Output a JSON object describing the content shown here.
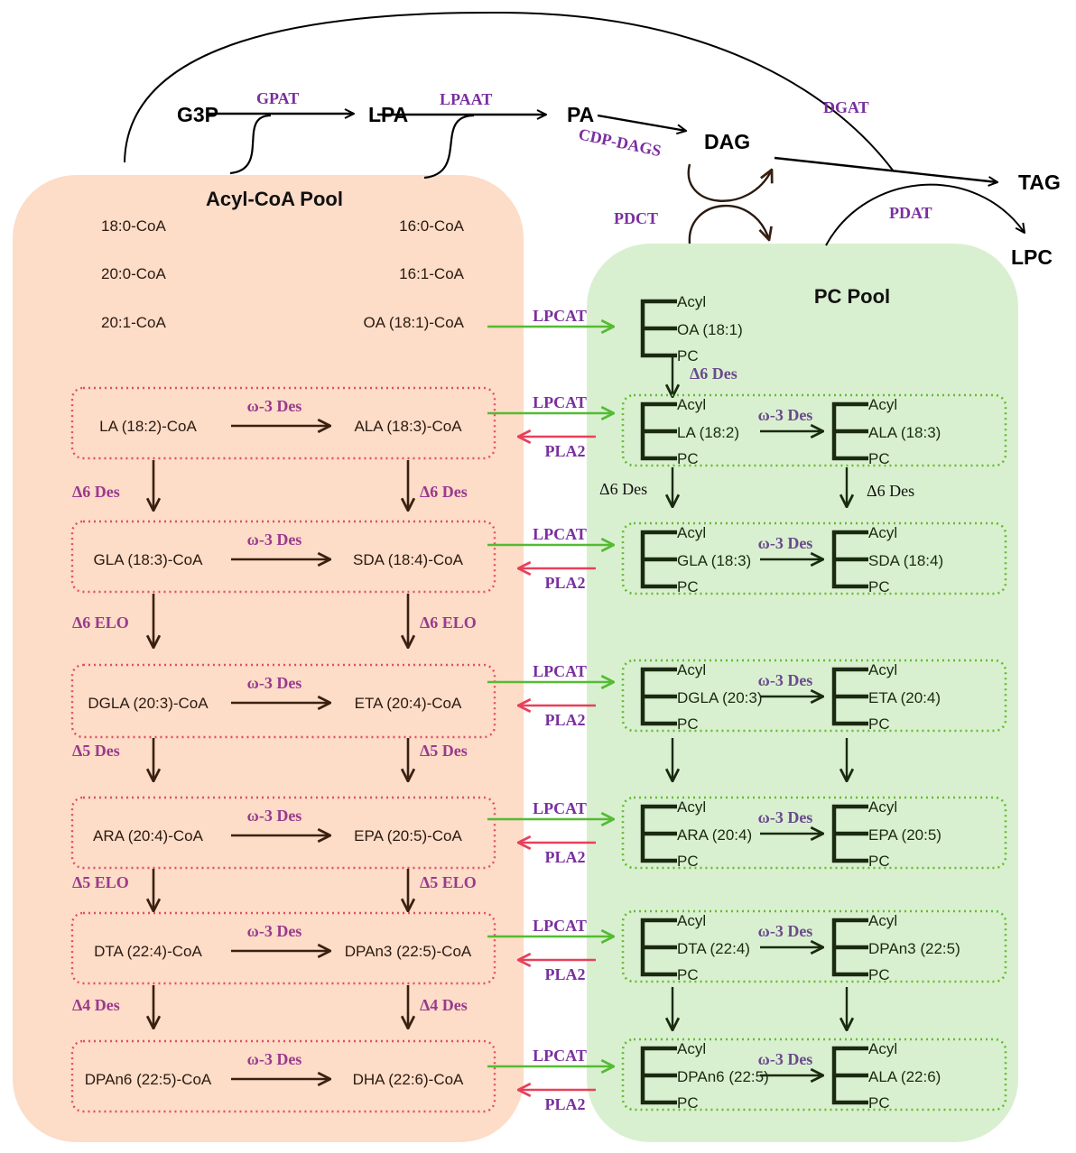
{
  "colors": {
    "acyl_pool_fill": "#fddcc8",
    "pc_pool_fill": "#d9f0d0",
    "red_dotted": "#e05060",
    "green_dotted": "#66bb33",
    "lpcat_arrow": "#55bb33",
    "pla2_arrow": "#e8405a",
    "enzyme_text": "#7a2fa0"
  },
  "top_pathway": {
    "g3p": "G3P",
    "lpa": "LPA",
    "pa": "PA",
    "dag": "DAG",
    "tag": "TAG",
    "lpc": "LPC",
    "gpat": "GPAT",
    "lpaat": "LPAAT",
    "cdp_dags": "CDP-DAGS",
    "dgat": "DGAT",
    "pdct": "PDCT",
    "pdat": "PDAT"
  },
  "acyl_pool": {
    "title": "Acyl-CoA Pool",
    "saturated": [
      {
        "left": "18:0-CoA",
        "right": "16:0-CoA"
      },
      {
        "left": "20:0-CoA",
        "right": "16:1-CoA"
      },
      {
        "left": "20:1-CoA",
        "right": "OA (18:1)-CoA"
      }
    ],
    "rows": [
      {
        "left": "LA (18:2)-CoA",
        "right": "ALA (18:3)-CoA",
        "enzyme": "ω-3 Des"
      },
      {
        "left": "GLA (18:3)-CoA",
        "right": "SDA (18:4)-CoA",
        "enzyme": "ω-3 Des"
      },
      {
        "left": "DGLA (20:3)-CoA",
        "right": "ETA (20:4)-CoA",
        "enzyme": "ω-3 Des"
      },
      {
        "left": "ARA (20:4)-CoA",
        "right": "EPA (20:5)-CoA",
        "enzyme": "ω-3 Des"
      },
      {
        "left": "DTA (22:4)-CoA",
        "right": "DPAn3 (22:5)-CoA",
        "enzyme": "ω-3 Des"
      },
      {
        "left": "DPAn6 (22:5)-CoA",
        "right": "DHA (22:6)-CoA",
        "enzyme": "ω-3 Des"
      }
    ],
    "steps": [
      {
        "left": "Δ6 Des",
        "right": "Δ6 Des"
      },
      {
        "left": "Δ6 ELO",
        "right": "Δ6 ELO"
      },
      {
        "left": "Δ5 Des",
        "right": "Δ5 Des"
      },
      {
        "left": "Δ5 ELO",
        "right": "Δ5 ELO"
      },
      {
        "left": "Δ4 Des",
        "right": "Δ4 Des"
      }
    ]
  },
  "transfer": {
    "lpcat": "LPCAT",
    "pla2": "PLA2"
  },
  "pc_pool": {
    "title": "PC Pool",
    "acyl_label": "Acyl",
    "pc_label": "PC",
    "oa": "OA (18:1)",
    "oa_step": "Δ6 Des",
    "rows": [
      {
        "left": "LA (18:2)",
        "right": "ALA (18:3)",
        "enzyme": "ω-3 Des"
      },
      {
        "left": "GLA (18:3)",
        "right": "SDA (18:4)",
        "enzyme": "ω-3 Des"
      },
      {
        "left": "DGLA (20:3)",
        "right": "ETA (20:4)",
        "enzyme": "ω-3 Des"
      },
      {
        "left": "ARA (20:4)",
        "right": "EPA (20:5)",
        "enzyme": "ω-3 Des"
      },
      {
        "left": "DTA (22:4)",
        "right": "DPAn3 (22:5)",
        "enzyme": "ω-3 Des"
      },
      {
        "left": "DPAn6 (22:5)",
        "right": "ALA (22:6)",
        "enzyme": "ω-3 Des"
      }
    ],
    "first_step": {
      "left": "Δ6 Des",
      "right": "Δ6 Des"
    }
  }
}
